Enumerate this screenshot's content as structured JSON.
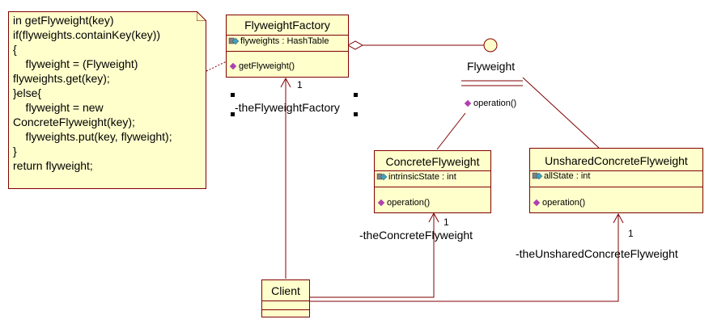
{
  "note": {
    "lines": [
      "in getFlyweight(key)",
      "if(flyweights.containKey(key))",
      "{",
      "    flyweight = (Flyweight)",
      "flyweights.get(key);",
      "}else{",
      "    flyweight = new",
      "ConcreteFlyweight(key);",
      "    flyweights.put(key, flyweight);",
      "}",
      "return flyweight;"
    ]
  },
  "classes": {
    "factory": {
      "name": "FlyweightFactory",
      "attribute": "flyweights : HashTable",
      "operation": "getFlyweight()"
    },
    "interface": {
      "name": "Flyweight",
      "operation": "operation()"
    },
    "concrete": {
      "name": "ConcreteFlyweight",
      "attribute": "intrinsicState : int",
      "operation": "operation()"
    },
    "unshared": {
      "name": "UnsharedConcreteFlyweight",
      "attribute": "allState : int",
      "operation": "operation()"
    },
    "client": {
      "name": "Client"
    }
  },
  "associations": {
    "factory_role": "-theFlyweightFactory",
    "factory_multiplicity": "1",
    "concrete_role": "-theConcreteFlyweight",
    "concrete_multiplicity": "1",
    "unshared_role": "-theUnsharedConcreteFlyweight",
    "unshared_multiplicity": "1"
  },
  "icons": {
    "attribute": "attribute-icon",
    "operation": "operation-icon",
    "interface": "interface-lollipop-icon",
    "aggregation": "aggregation-diamond-icon"
  },
  "colors": {
    "box_fill": "#ffffcc",
    "border": "#800000",
    "operation_icon": "#b040b0",
    "attribute_icon": "#40a0c0"
  }
}
